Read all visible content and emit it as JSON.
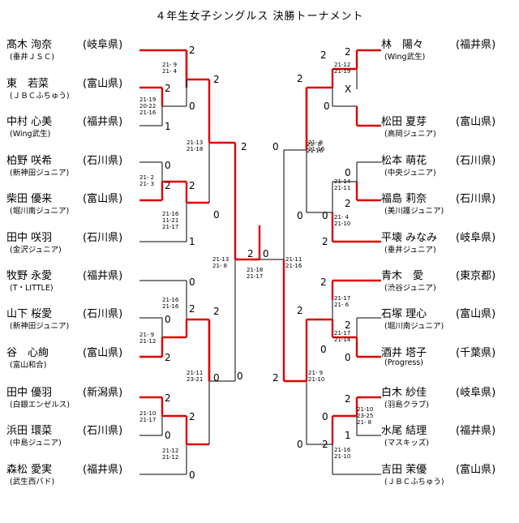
{
  "title": "４年生女子シングルス 決勝トーナメント",
  "left_players": [
    {
      "name": "髙木 洵奈",
      "club": "(垂井ＪＳＣ)",
      "pref": "(岐阜県)"
    },
    {
      "name": "東　若菜",
      "club": "(ＪＢＣふちゅう)",
      "pref": "(富山県)"
    },
    {
      "name": "中村 心美",
      "club": "(Wing武生)",
      "pref": "(福井県)"
    },
    {
      "name": "柏野 咲希",
      "club": "(新神田ジュニア)",
      "pref": "(石川県)"
    },
    {
      "name": "柴田 優来",
      "club": "(堀川南ジュニア)",
      "pref": "(富山県)"
    },
    {
      "name": "田中 咲羽",
      "club": "(金沢ジュニア)",
      "pref": "(石川県)"
    },
    {
      "name": "牧野 永愛",
      "club": "(T・LITTLE)",
      "pref": "(福井県)"
    },
    {
      "name": "山下 桜愛",
      "club": "(新神田ジュニア)",
      "pref": "(石川県)"
    },
    {
      "name": "谷　心絢",
      "club": "(富山和合)",
      "pref": "(富山県)"
    },
    {
      "name": "田中 優羽",
      "club": "(白銀エンゼルス)",
      "pref": "(新潟県)"
    },
    {
      "name": "浜田 環菜",
      "club": "(中島ジュニア)",
      "pref": "(石川県)"
    },
    {
      "name": "森松 愛実",
      "club": "(武生西バド)",
      "pref": "(福井県)"
    }
  ],
  "right_players": [
    {
      "name": "林　陽々",
      "club": "(Wing武生)",
      "pref": "(福井県)"
    },
    {
      "name": "松田 夏芽",
      "club": "(高岡ジュニア)",
      "pref": "(富山県)"
    },
    {
      "name": "松本 萌花",
      "club": "(中央ジュニア)",
      "pref": "(石川県)"
    },
    {
      "name": "福島 莉奈",
      "club": "(美川護ジュニア)",
      "pref": "(石川県)"
    },
    {
      "name": "平壊 みなみ",
      "club": "(垂井ジュニア)",
      "pref": "(岐阜県)"
    },
    {
      "name": "青木　愛",
      "club": "(渋谷ジュニア)",
      "pref": "(東京都)"
    },
    {
      "name": "石塚 理心",
      "club": "(堀川南ジュニア)",
      "pref": "(富山県)"
    },
    {
      "name": "酒井 塔子",
      "club": "(Progress)",
      "pref": "(千葉県)"
    },
    {
      "name": "白木 紗佳",
      "club": "(羽島クラブ)",
      "pref": "(岐阜県)"
    },
    {
      "name": "水尾 結理",
      "club": "(マスキッズ)",
      "pref": "(福井県)"
    },
    {
      "name": "吉田 茉優",
      "club": "(ＪＢＣふちゅう)",
      "pref": "(富山県)"
    }
  ],
  "match_scores": {
    "l_r1_a": [
      "21- 9",
      "21- 4"
    ],
    "l_r1_b": [
      "21-19",
      "20-22",
      "21-16"
    ],
    "l_r1_c": [
      "21- 2",
      "21- 3"
    ],
    "l_r1_d": [
      "21-16",
      "11-21",
      "21-17"
    ],
    "l_r1_e": [
      "21-16",
      "21-16"
    ],
    "l_r1_f": [
      "21- 9",
      "21-12"
    ],
    "l_r1_g": [
      "21-10",
      "21-17"
    ],
    "l_r1_h": [
      "21-12",
      "21-12"
    ],
    "l_r2_a": [
      "21-13",
      "21-18"
    ],
    "l_r2_b": [
      "21-11",
      "23-21"
    ],
    "l_r3": [
      "21-13",
      "21- 8"
    ],
    "final": [
      "21-18",
      "21-17"
    ],
    "r_r3": [
      "21-11",
      "21-16"
    ],
    "r_r2_a": [
      "21- 8",
      "21-16"
    ],
    "r_r2_b": [
      "21- 9",
      "21-10"
    ],
    "r_r1_a": [
      "21-12",
      "21-19"
    ],
    "r_r1_b": [
      "21-14",
      "21-11"
    ],
    "r_r1_c": [
      "21- 4",
      "21-10"
    ],
    "r_r1_d": [
      "21-17",
      "21- 6"
    ],
    "r_r1_e": [
      "21-17",
      "21-14"
    ],
    "r_r1_f": [
      "21-10",
      "23-25",
      "21- 8"
    ],
    "r_r1_g": [
      "21-16",
      "21-10"
    ]
  },
  "game_counts": {
    "l_r1_a": [
      "2",
      "0"
    ],
    "l_r1_b": [
      "2",
      "1"
    ],
    "l_r1_c": [
      "0",
      "2"
    ],
    "l_r1_d": [
      "2",
      "1"
    ],
    "l_r1_e": [
      "0",
      "2"
    ],
    "l_r1_f": [
      "0",
      "2"
    ],
    "l_r1_g": [
      "2",
      "0"
    ],
    "l_r1_h": [
      "2",
      "0"
    ],
    "l_r2_a": [
      "2",
      "0"
    ],
    "l_r2_b": [
      "2",
      "0"
    ],
    "l_r3": [
      "2",
      "0"
    ],
    "final": [
      "2",
      "0"
    ],
    "r_r3": [
      "0",
      "2"
    ],
    "r_r2_a": [
      "2",
      "0"
    ],
    "r_r2_b": [
      "2",
      "0"
    ],
    "r_r1_a": [
      "2",
      "X"
    ],
    "r_r1_b": [
      "0",
      "2"
    ],
    "r_r1_c": [
      "0",
      "2"
    ],
    "r_r1_d": [
      "2",
      "0"
    ],
    "r_r1_e": [
      "2",
      "0"
    ],
    "r_r1_f": [
      "2",
      "1"
    ],
    "r_r1_g": [
      "0",
      "2"
    ]
  },
  "colors": {
    "winner_line": "#e00000",
    "normal_line": "#000000"
  }
}
